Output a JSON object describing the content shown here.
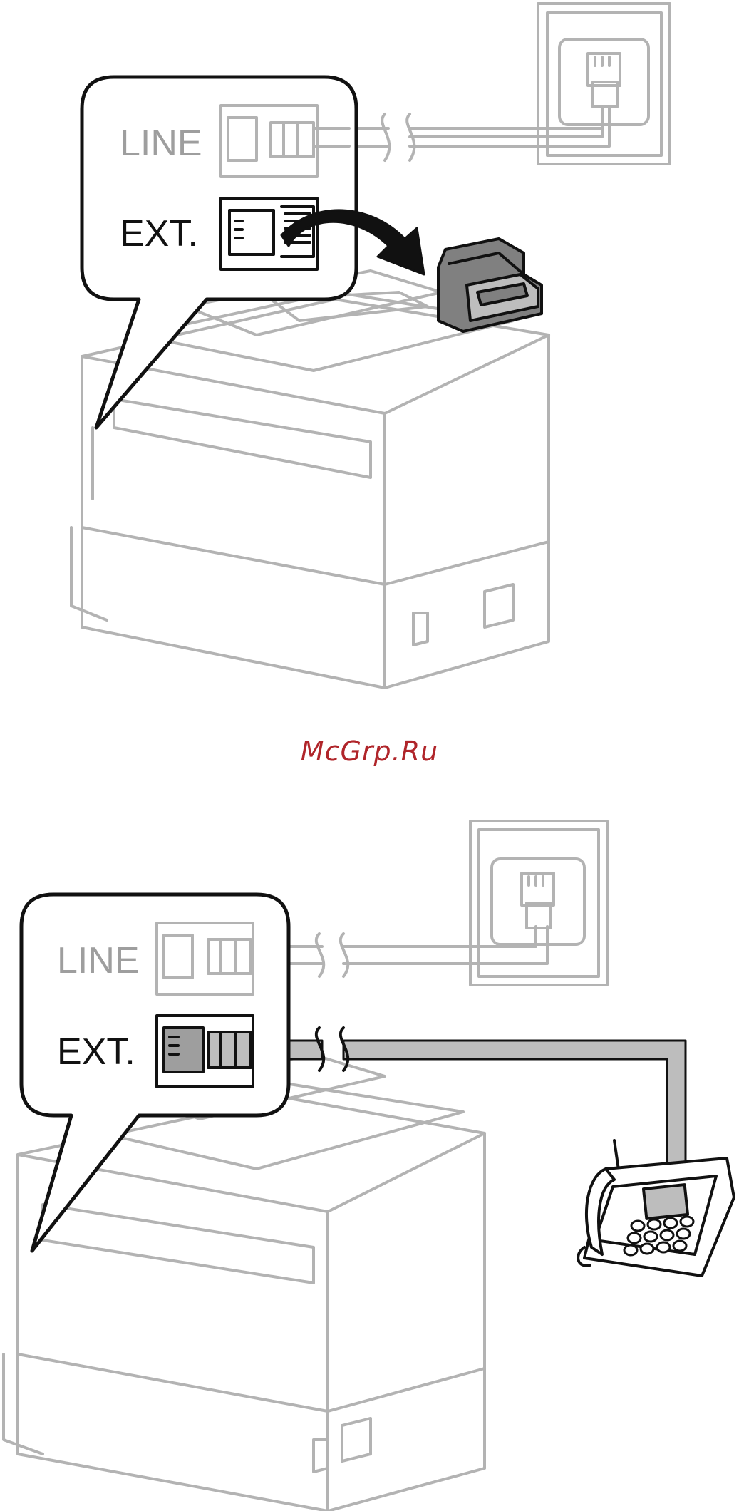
{
  "top_panel": {
    "callout": {
      "line_label": "LINE",
      "ext_label": "EXT."
    },
    "action": "remove-ext-port-cap",
    "icons": [
      "wall-jack-icon",
      "phone-cable-icon",
      "port-cap-icon",
      "curved-arrow-icon",
      "printer-icon"
    ]
  },
  "watermark": {
    "text": "McGrp.Ru"
  },
  "bottom_panel": {
    "callout": {
      "line_label": "LINE",
      "ext_label": "EXT."
    },
    "action": "connect-external-phone",
    "icons": [
      "wall-jack-icon",
      "phone-cable-icon",
      "telephone-icon",
      "printer-icon"
    ]
  },
  "colors": {
    "outline": "#b3b3b3",
    "ink": "#111111",
    "cable_fill": "#bdbdbd",
    "cap_fill": "#808080",
    "watermark": "#b0252a"
  }
}
